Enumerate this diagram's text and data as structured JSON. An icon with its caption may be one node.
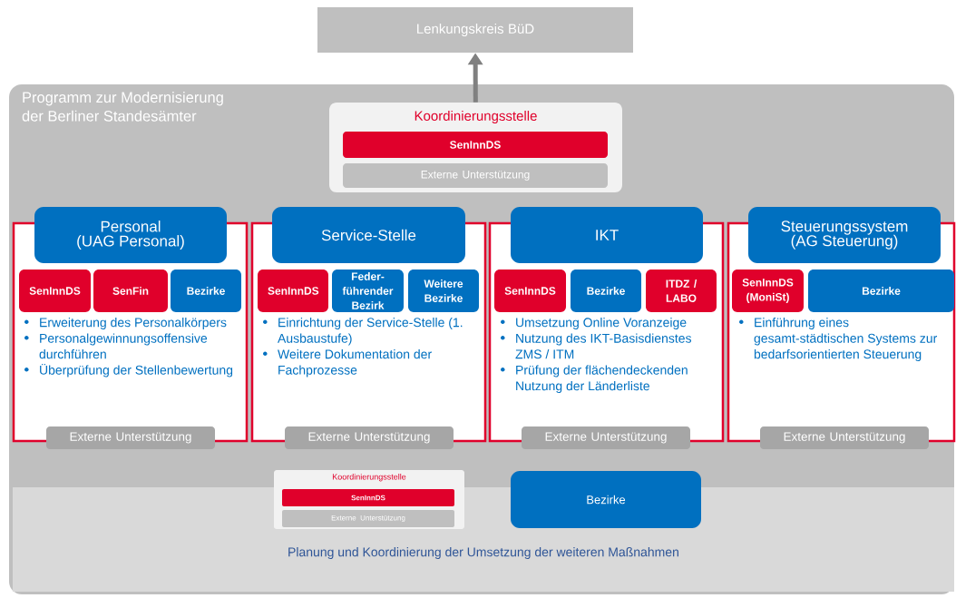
{
  "diagram": {
    "nodes": [
      {
        "text": [
          "Lenkungskreis BüD"
        ]
      },
      {
        "text": [
          "Programm zur Modernisierung der Berliner Standesämter"
        ]
      },
      {
        "text": [
          "Koordinierungsstelle"
        ],
        "in": 1
      },
      {
        "text": [
          "SenInnDS"
        ],
        "in": 2
      },
      {
        "text": [
          "Externe Unterstützung"
        ],
        "in": 2
      },
      {
        "text": [
          "Erweiterung des Personalkörpers",
          "Personalgewinnungsoffensive durchführen",
          "Überprüfung der Stellenbewertung"
        ],
        "in": 1
      },
      {
        "text": [
          "Personal",
          "(UAG Personal)"
        ],
        "in": 1
      },
      {
        "text": [
          "SenInnDS"
        ],
        "in": 5
      },
      {
        "text": [
          "SenFin"
        ],
        "in": 5
      },
      {
        "text": [
          "Bezirke"
        ],
        "in": 5
      },
      {
        "text": [
          "Externe Unterstützung"
        ],
        "in": 1
      },
      {
        "text": [
          "Einrichtung der Service-Stelle (1. Ausbaustufe)",
          "Weitere Dokumentation der Fachprozesse"
        ],
        "in": 1
      },
      {
        "text": [
          "Service-Stelle"
        ],
        "in": 1
      },
      {
        "text": [
          "SenInnDS"
        ],
        "in": 11
      },
      {
        "text": [
          "Feder-führender Bezirk"
        ],
        "in": 11
      },
      {
        "text": [
          "Weitere Bezirke"
        ],
        "in": 11
      },
      {
        "text": [
          "Externe Unterstützung"
        ],
        "in": 1
      },
      {
        "text": [
          "Umsetzung Online Voranzeige",
          "Nutzung des IKT-Basisdienstes ZMS / ITM",
          "Prüfung der flächendeckenden Nutzung der Länderliste"
        ],
        "in": 1
      },
      {
        "text": [
          "IKT"
        ],
        "in": 1
      },
      {
        "text": [
          "SenInnDS"
        ],
        "in": 17
      },
      {
        "text": [
          "Bezirke"
        ],
        "in": 17
      },
      {
        "text": [
          "ITDZ / LABO"
        ],
        "in": 17
      },
      {
        "text": [
          "Externe Unterstützung"
        ],
        "in": 1
      },
      {
        "text": [
          "Einführung eines gesamt-städtischen Systems zur bedarfsorientierten Steuerung"
        ],
        "in": 1
      },
      {
        "text": [
          "Steuerungssystem",
          "(AG Steuerung)"
        ],
        "in": 1
      },
      {
        "text": [
          "SenInnDS (MoniSt)"
        ],
        "in": 23
      },
      {
        "text": [
          "Bezirke"
        ],
        "in": 23
      },
      {
        "text": [
          "Externe Unterstützung"
        ],
        "in": 1
      },
      {
        "text": [
          "Planung und Koordinierung der Umsetzung der weiteren Maßnahmen"
        ],
        "in": 1
      },
      {
        "text": [
          "Koordinierungsstelle"
        ],
        "in": 1
      },
      {
        "text": [
          "SenInnDS"
        ]
      },
      {
        "text": [
          "Externe Unterstützung"
        ]
      },
      {
        "text": [
          "Bezirke"
        ],
        "in": 1
      }
    ],
    "edges": [
      {
        "from": 2,
        "to": 0,
        "arrow": "to"
      }
    ]
  }
}
